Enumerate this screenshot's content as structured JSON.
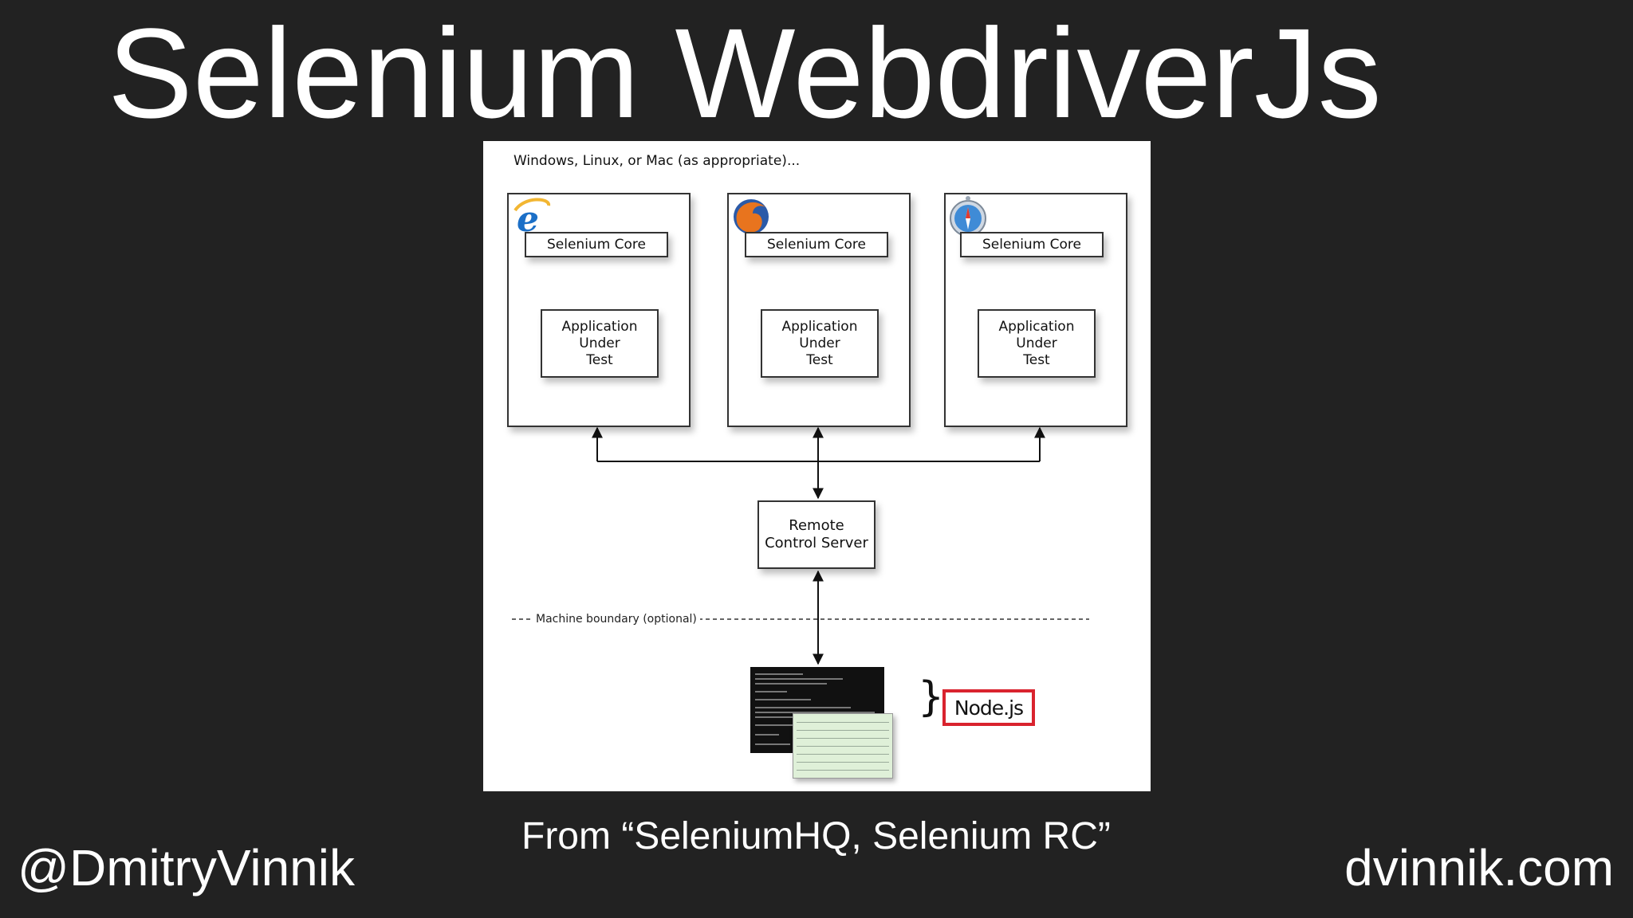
{
  "slide": {
    "title": "Selenium WebdriverJs",
    "caption": "From “SeleniumHQ, Selenium RC”",
    "author_handle": "@DmitryVinnik",
    "author_site": "dvinnik.com"
  },
  "diagram": {
    "environment_label": "Windows, Linux, or Mac (as appropriate)...",
    "browsers": [
      {
        "icon": "internet-explorer-icon",
        "core_label": "Selenium Core",
        "aut_label": "Application\nUnder\nTest"
      },
      {
        "icon": "firefox-icon",
        "core_label": "Selenium Core",
        "aut_label": "Application\nUnder\nTest"
      },
      {
        "icon": "safari-icon",
        "core_label": "Selenium Core",
        "aut_label": "Application\nUnder\nTest"
      }
    ],
    "server_label": "Remote\nControl Server",
    "boundary_label": "Machine boundary (optional)",
    "client_label": "Node.js",
    "colors": {
      "slide_background": "#222222",
      "highlight_border": "#d9232e"
    }
  }
}
